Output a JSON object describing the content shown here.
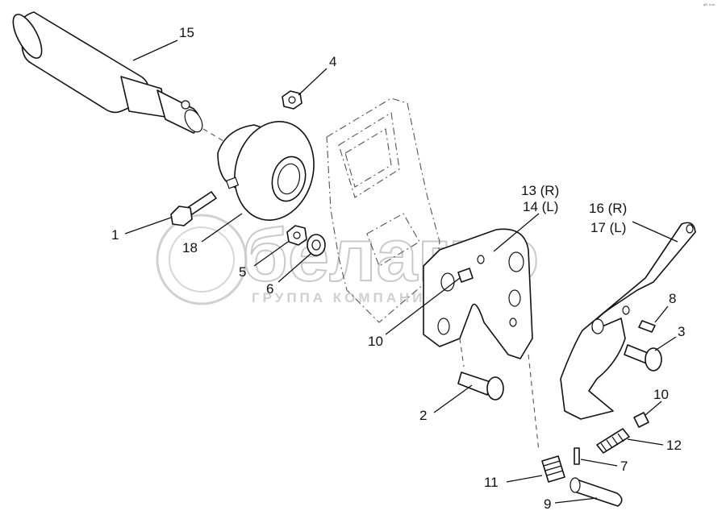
{
  "watermark": {
    "brand": "белагро",
    "subtitle": "ГРУППА КОМПАНИЙ"
  },
  "corner_note": "ᵍᴿ ᵐᵐ",
  "callouts": {
    "c1": "1",
    "c2": "2",
    "c3": "3",
    "c4": "4",
    "c5": "5",
    "c6": "6",
    "c7": "7",
    "c8": "8",
    "c9": "9",
    "c10a": "10",
    "c10b": "10",
    "c11": "11",
    "c12": "12",
    "c13": "13 (R)",
    "c14": "14 (L)",
    "c15": "15",
    "c16": "16 (R)",
    "c17": "17 (L)",
    "c18": "18"
  }
}
